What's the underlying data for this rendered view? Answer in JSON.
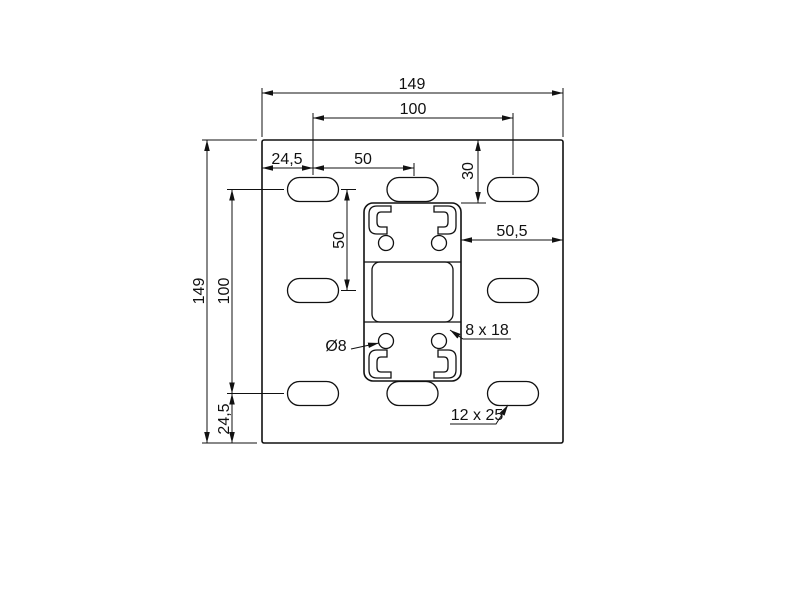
{
  "drawing": {
    "dimensions": {
      "plate_width_top": "149",
      "hole_span_horizontal": "100",
      "edge_to_first_slot": "24,5",
      "slot_to_center": "50",
      "top_to_channel": "30",
      "channel_to_right_edge": "50,5",
      "plate_height_left": "149",
      "hole_span_vertical": "100",
      "row_spacing": "50",
      "bottom_edge_to_slot": "24,5",
      "round_hole_diameter": "Ø8",
      "channel_slot_size": "8 x 18",
      "plate_slot_size": "12 x 25"
    },
    "line_color": "#111111",
    "background_color": "#ffffff"
  }
}
